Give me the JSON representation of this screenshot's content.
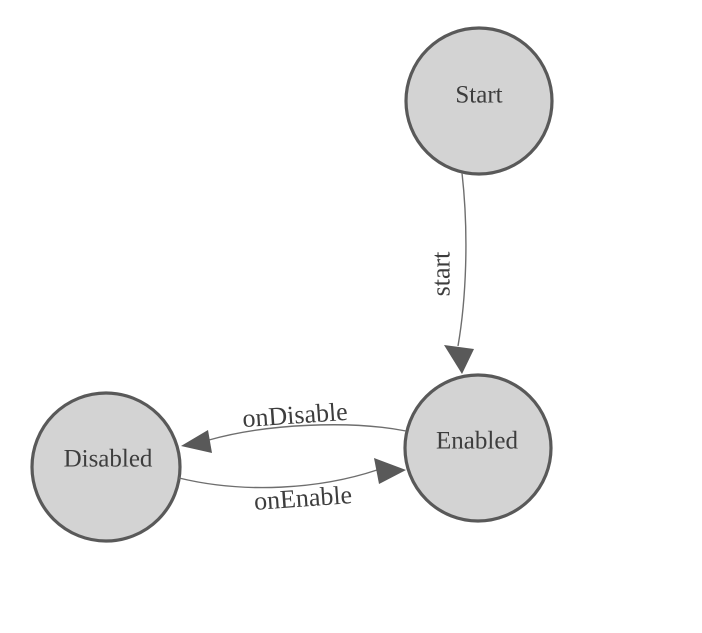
{
  "diagram": {
    "type": "state-machine",
    "background": "#ffffff",
    "colors": {
      "background": "#ffffff",
      "nodeFill": "#d3d3d3",
      "nodeStroke": "#595959",
      "edgeStroke": "#6e6e6e",
      "arrowFill": "#595959",
      "labelColor": "#3d3d3d"
    },
    "states": [
      {
        "id": "start",
        "label": "Start"
      },
      {
        "id": "enabled",
        "label": "Enabled"
      },
      {
        "id": "disabled",
        "label": "Disabled"
      }
    ],
    "transitions": [
      {
        "from": "Start",
        "to": "Enabled",
        "label": "start"
      },
      {
        "from": "Enabled",
        "to": "Disabled",
        "label": "onDisable"
      },
      {
        "from": "Disabled",
        "to": "Enabled",
        "label": "onEnable"
      }
    ]
  }
}
